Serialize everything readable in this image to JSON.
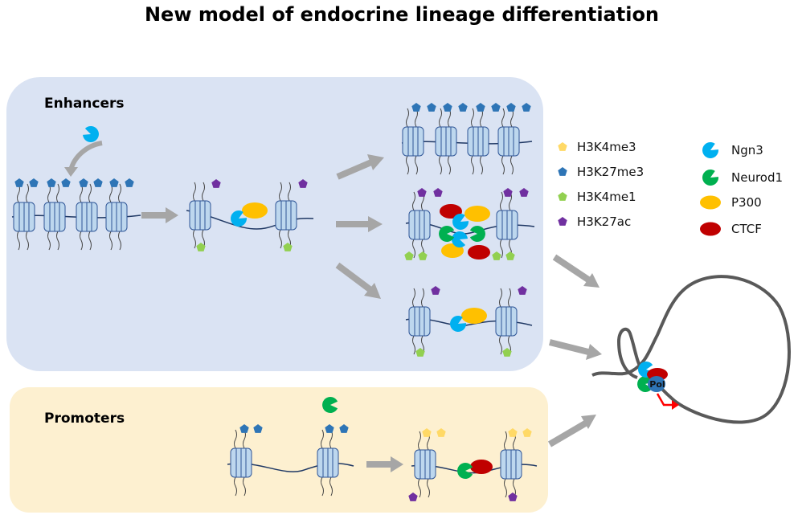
{
  "title": "New model of endocrine lineage differentiation",
  "panels": {
    "enhancers": {
      "label": "Enhancers",
      "color": "#dae3f3"
    },
    "promoters": {
      "label": "Promoters",
      "color": "#fdf0d0"
    }
  },
  "legend": {
    "marks": [
      {
        "label": "H3K4me3",
        "color": "#ffd966",
        "icon": "pentagon"
      },
      {
        "label": "H3K27me3",
        "color": "#2e75b6",
        "icon": "pentagon"
      },
      {
        "label": "H3K4me1",
        "color": "#92d050",
        "icon": "pentagon"
      },
      {
        "label": "H3K27ac",
        "color": "#7030a0",
        "icon": "pentagon"
      }
    ],
    "factors": [
      {
        "label": "Ngn3",
        "color": "#00b0f0",
        "icon": "pacman"
      },
      {
        "label": "Neurod1",
        "color": "#00b050",
        "icon": "pacman"
      },
      {
        "label": "P300",
        "color": "#ffc000",
        "icon": "ellipse"
      },
      {
        "label": "CTCF",
        "color": "#c00000",
        "icon": "ellipse"
      }
    ]
  },
  "loop": {
    "pol_label": "Pol",
    "tss_arrow_color": "#ff0000"
  },
  "colors": {
    "dna": "#1f3864",
    "nucleosome_fill": "#bdd7ee",
    "nucleosome_stroke": "#2f5597",
    "arrow": "#a6a6a6",
    "loop": "#595959"
  }
}
